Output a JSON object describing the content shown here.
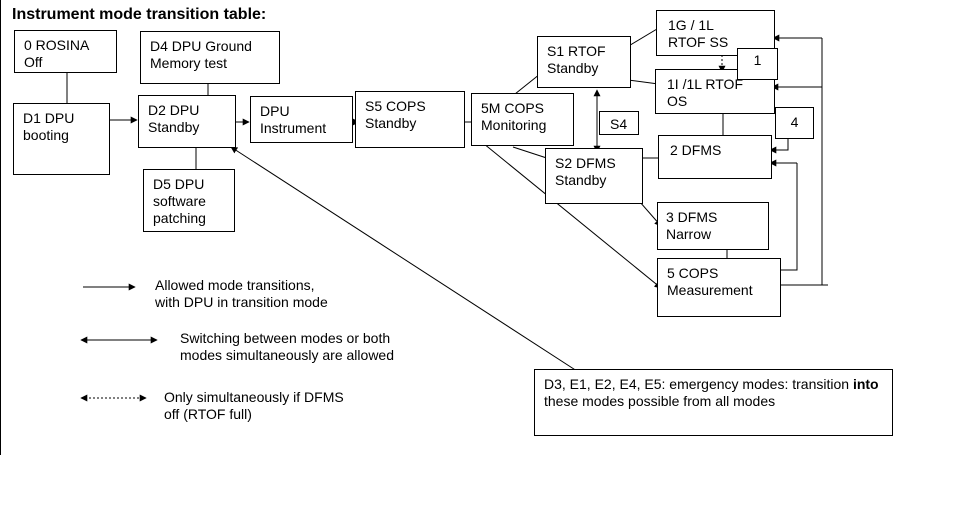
{
  "title": "Instrument mode transition table:",
  "modes": {
    "rosina_off": "0 ROSINA\nOff",
    "dpu_booting": "D1 DPU\nbooting",
    "dpu_standby": "D2 DPU\nStandby",
    "dpu_ground_memory_test": "D4 DPU Ground\nMemory test",
    "dpu_software_patching": "D5 DPU\nsoftware\npatching",
    "dpu_instrument": "DPU\nInstrument",
    "cops_standby": "S5 COPS\nStandby",
    "cops_monitoring": "5M COPS\nMonitoring",
    "rtof_standby": "S1 RTOF\nStandby",
    "dfms_standby": "S2 DFMS\nStandby",
    "rtof_ss": "1G / 1L\nRTOF SS",
    "rtof_os": "1I /1L RTOF\nOS",
    "dfms": "2 DFMS",
    "dfms_narrow": "3 DFMS\nNarrow",
    "cops_measurement": "5 COPS\nMeasurement",
    "label_s4": "S4",
    "label_1": "1",
    "label_4": "4"
  },
  "legend": {
    "allowed": "Allowed mode transitions,\nwith DPU in transition mode",
    "switching": "Switching between modes or both\nmodes simultaneously are allowed",
    "simultaneous": "Only simultaneously if DFMS\noff (RTOF full)"
  },
  "emergency": {
    "before": "D3, E1, E2, E4, E5: emergency modes: transition ",
    "bold": "into",
    "after": " these modes possible from all modes"
  }
}
